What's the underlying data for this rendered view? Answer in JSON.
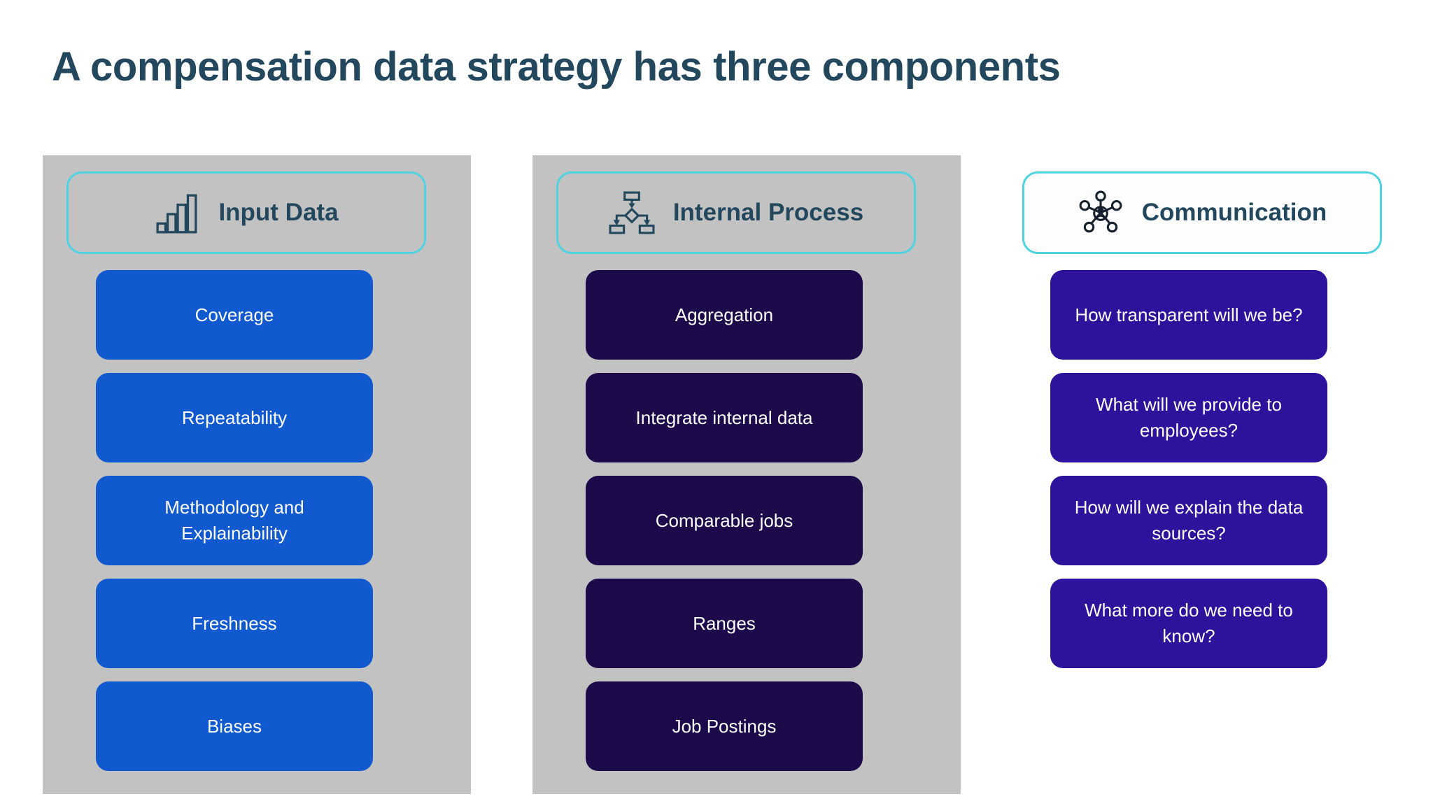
{
  "slide": {
    "title": "A compensation data strategy has three components",
    "title_color": "#23475c",
    "background": "#ffffff",
    "panel_color": "#c2c2c2",
    "header_border_color": "#4fd3e0"
  },
  "columns": [
    {
      "id": "input-data",
      "header": {
        "label": "Input Data",
        "icon": "bar-chart-icon"
      },
      "panel": "shaded",
      "pill_color": "#1159ce",
      "items": [
        {
          "label": "Coverage"
        },
        {
          "label": "Repeatability"
        },
        {
          "label": "Methodology and Explainability"
        },
        {
          "label": "Freshness"
        },
        {
          "label": "Biases"
        }
      ]
    },
    {
      "id": "internal-process",
      "header": {
        "label": "Internal Process",
        "icon": "flowchart-icon"
      },
      "panel": "shaded",
      "pill_color": "#1c0a4b",
      "items": [
        {
          "label": "Aggregation"
        },
        {
          "label": "Integrate internal data"
        },
        {
          "label": "Comparable jobs"
        },
        {
          "label": "Ranges"
        },
        {
          "label": "Job Postings"
        }
      ]
    },
    {
      "id": "communication",
      "header": {
        "label": "Communication",
        "icon": "network-hub-icon"
      },
      "panel": "plain",
      "pill_color": "#2d129b",
      "items": [
        {
          "label": "How transparent will we be?"
        },
        {
          "label": "What will we provide to employees?"
        },
        {
          "label": "How will we explain the data sources?"
        },
        {
          "label": "What more do we need to know?"
        }
      ]
    }
  ]
}
